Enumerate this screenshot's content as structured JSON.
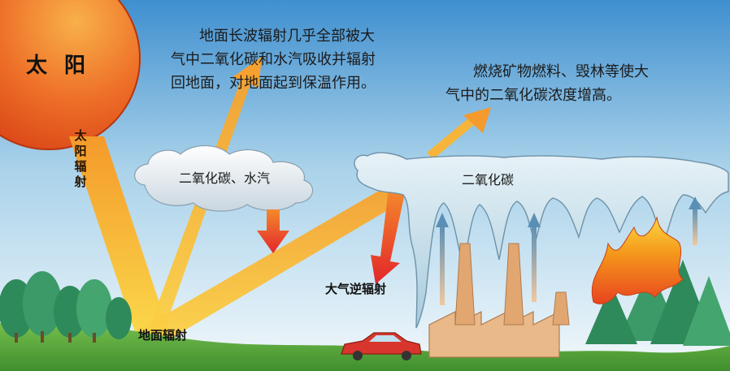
{
  "sun": {
    "label": "太 阳"
  },
  "solar_radiation": {
    "label": "太阳辐射"
  },
  "ground_radiation": {
    "label": "地面辐射"
  },
  "atmospheric_back_radiation": {
    "label": "大气逆辐射"
  },
  "cloud_left": {
    "label": "二氧化碳、水汽"
  },
  "cloud_right": {
    "label": "二氧化碳"
  },
  "text_longwave": {
    "line1": "地面长波辐射几乎全部被大",
    "line2": "气中二氧化碳和水汽吸收并辐射",
    "line3": "回地面，对地面起到保温作用。"
  },
  "text_fossil": {
    "line1": "燃烧矿物燃料、毁林等使大",
    "line2": "气中的二氧化碳浓度增高。"
  },
  "colors": {
    "sky_top": "#3f8fcf",
    "sky_bottom": "#f2f8fb",
    "sun": "#e8561c",
    "ray": "#f6b12e",
    "back_radiation": "#e8352a",
    "smoke": "#cfe4ee",
    "ground": "#58a83a",
    "tree": "#3c9a68",
    "factory": "#e9b98a",
    "car": "#d8362c",
    "fire": "#f08a1a"
  }
}
